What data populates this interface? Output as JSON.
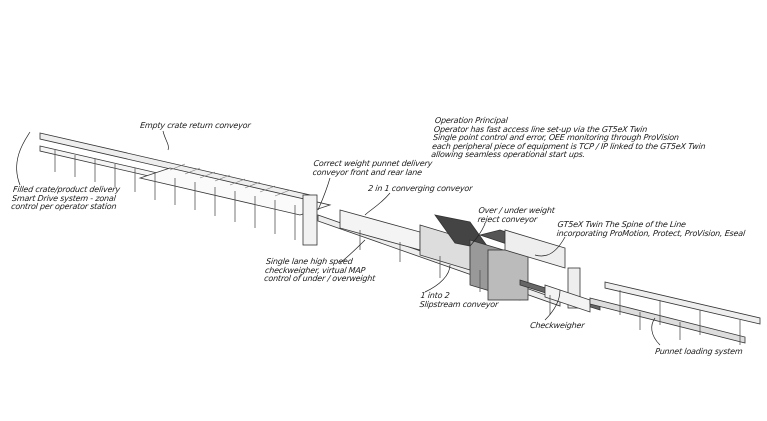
{
  "labels": {
    "empty_crate": [
      "Empty crate return conveyor"
    ],
    "filled_crate": [
      "Filled crate/product delivery",
      "Smart Drive system - zonal",
      "control per operator station"
    ],
    "correct_weight": [
      "Correct weight punnet delivery",
      "conveyor front and rear lane"
    ],
    "two_in_one": [
      "2 in 1 converging conveyor"
    ],
    "operation": [
      "Operation Principal",
      "Operator has fast access line set-up via the GT5eX Twin",
      "Single point control and error, OEE monitoring through ProVision",
      "each peripheral piece of equipment is TCP / IP linked to the GT5eX Twin",
      "allowing seamless operational start ups."
    ],
    "over_under": [
      "Over / under weight",
      "reject conveyor"
    ],
    "gt5ex": [
      "GT5eX Twin The Spine of the Line",
      "incorporating ProMotion, Protect, ProVision, Eseal"
    ],
    "single_lane": [
      "Single lane high speed",
      "checkweigher, virtual MAP",
      "control of under / overweight"
    ],
    "slipstream": [
      "1 into 2",
      "Slipstream conveyor"
    ],
    "checkweigher": [
      "Checkweigher"
    ],
    "punnet": [
      "Punnet loading system"
    ]
  }
}
